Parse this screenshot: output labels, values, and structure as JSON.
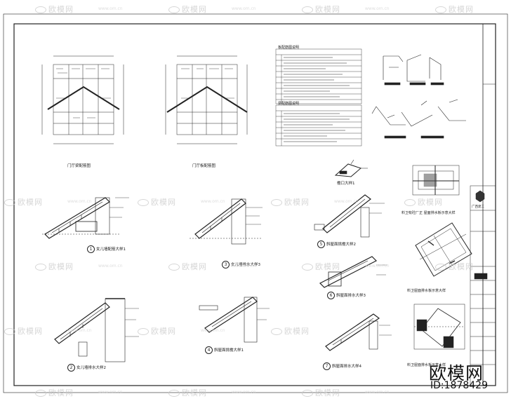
{
  "watermarks": {
    "brand": "欧模网",
    "url": "www.om.cn",
    "corner_brand": "欧模网",
    "id_label": "ID:1878429"
  },
  "drawings": {
    "elevation_1": "门厅梁配筋图",
    "elevation_2": "门厅板配筋图",
    "detail_1": "女儿墙配筋大样1",
    "detail_2": "女儿墙排水大样2",
    "detail_3": "女儿墙排水大样3",
    "detail_4": "斜屋面挑檐大样1",
    "detail_5": "斜屋面挑檐大样2",
    "detail_6": "斜屋面排水大样3",
    "detail_7": "斜屋面排水大样4",
    "eave_detail": "檐口大样1",
    "plan_1": "料卫有砼厂正 屋面排水板示意大样",
    "plan_2": "料卫屋面排水板示意大样",
    "plan_3": "料卫屋面排水板示意大样",
    "notes_1_title": "板配筋图说明",
    "notes_2_title": "梁配筋图说明"
  },
  "title_block": {
    "company": "广西建工"
  }
}
